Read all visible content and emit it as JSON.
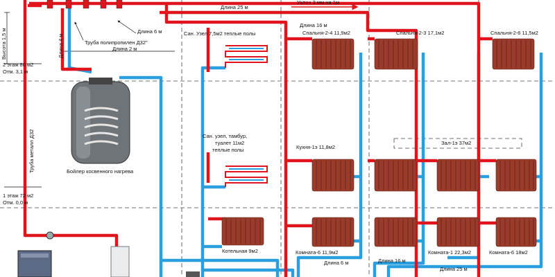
{
  "colors": {
    "supply": "#e0141c",
    "return": "#2a9fe0",
    "radiator": "#9a3b2c",
    "floor_line": "#444444",
    "boiler": "#6f7478"
  },
  "labels": {
    "len_25_top": "Длина 25 м",
    "slope": "Уклон 3 мм на 1м",
    "len_16_top": "Длина 16 м",
    "len_6_top": "Длина 6 м",
    "pipe_pp": "Труба полипропилен Д32\"",
    "len_2": "Длина 2 м",
    "len_4": "Длина 4 м",
    "height": "Высота 1,5 м",
    "floor2": "2 этаж 80 м2",
    "mark2": "Отм. 3,1 м",
    "floor1": "1 этаж 72 м2",
    "mark1": "Отм. 0,0 м",
    "metal_pipe": "Труба металл Д32",
    "boiler": "Бойлер косвенного нагрева",
    "bath2": "Сан. Узел 7,5м2 теплые полы",
    "bath1_l1": "Сан. узел, тамбур,",
    "bath1_l2": "туалет 11м2",
    "bath1_l3": "теплые полы",
    "bed24": "Спальня-2-4   11,9м2",
    "bed23": "Спальня-2-3   17,1м2",
    "bed26": "Спальня-2-6   11,5м2",
    "kitchen": "Кухня-1э   11,8м2",
    "hall": "Зал-1э   37м2",
    "boiler_room": "Котельная 9м2",
    "room6a": "Комната-6 11,9м2",
    "room1": "Комната-1 22,3м2",
    "room6b": "Комната-6 18м2",
    "len_6_bot": "Длина 6 м",
    "len_16_bot": "Длина 16 м",
    "len_25_bot": "Длина 25 м"
  }
}
